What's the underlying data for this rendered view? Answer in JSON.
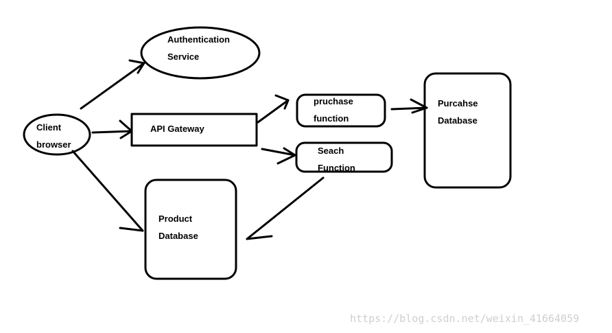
{
  "diagram": {
    "nodes": {
      "client": {
        "line1": "Client",
        "line2": "browser"
      },
      "auth": {
        "line1": "Authentication",
        "line2": "Service"
      },
      "gateway": {
        "label": "API Gateway"
      },
      "purchase_fn": {
        "line1": "pruchase",
        "line2": "function"
      },
      "search_fn": {
        "line1": "Seach",
        "line2": "Function"
      },
      "purchase_db": {
        "line1": "Purcahse",
        "line2": "Database"
      },
      "product_db": {
        "line1": "Product",
        "line2": "Database"
      }
    },
    "stroke_color": "#000000"
  },
  "watermark": {
    "text": "https://blog.csdn.net/weixin_41664059"
  }
}
